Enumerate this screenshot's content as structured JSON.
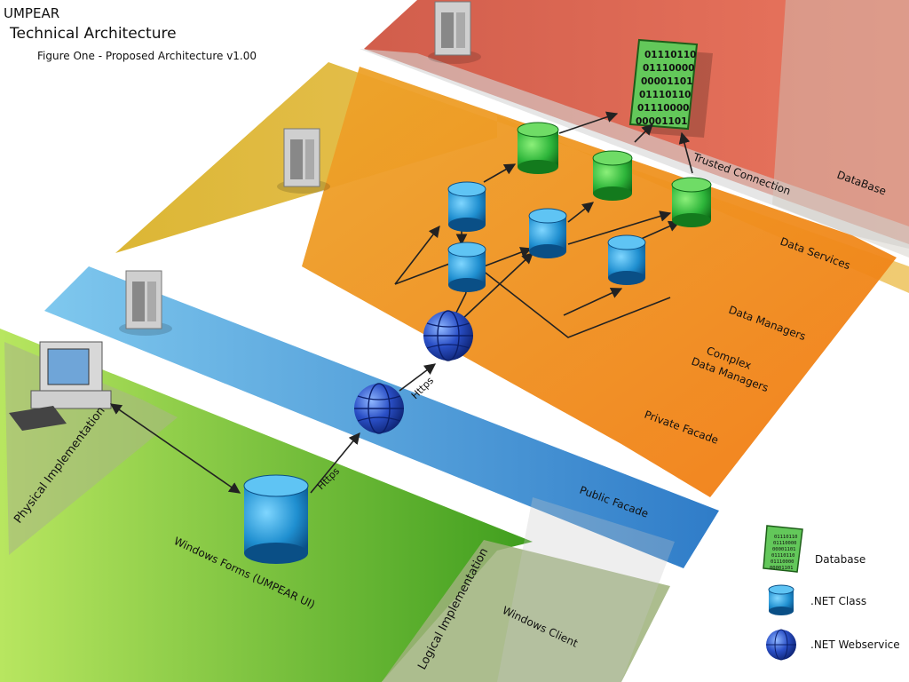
{
  "header": {
    "title": "UMPEAR",
    "subtitle": "Technical Architecture",
    "caption": "Figure One - Proposed Architecture v1.00"
  },
  "bands": {
    "database": "DataBase",
    "data_services": "Data Services",
    "data_managers": "Data Managers",
    "complex_data_managers_1": "Complex",
    "complex_data_managers_2": "Data Managers",
    "private_facade": "Private Facade",
    "public_facade": "Public Facade",
    "windows_client": "Windows Client",
    "logical_implementation": "Logical Implementation",
    "physical_implementation": "Physical Implementation",
    "windows_forms": "Windows Forms (UMPEAR UI)"
  },
  "connections": {
    "trusted_connection": "Trusted Connection",
    "https_1": "Https",
    "https_2": "Https"
  },
  "data_doc": {
    "lines": [
      "01110110",
      "01110000",
      "00001101",
      "01110110",
      "01110000",
      "00001101"
    ]
  },
  "legend": {
    "database": "Database",
    "net_class": ".NET Class",
    "net_webservice": ".NET Webservice"
  },
  "colors": {
    "database_band": "#d9533a",
    "data_services_band": "#e3a61a",
    "orange_band": "#f08a1c",
    "public_facade_band": "#3d93d6",
    "client_band": "#6cb82a",
    "green_node": "#2db53a",
    "blue_node": "#1f8fd0"
  }
}
